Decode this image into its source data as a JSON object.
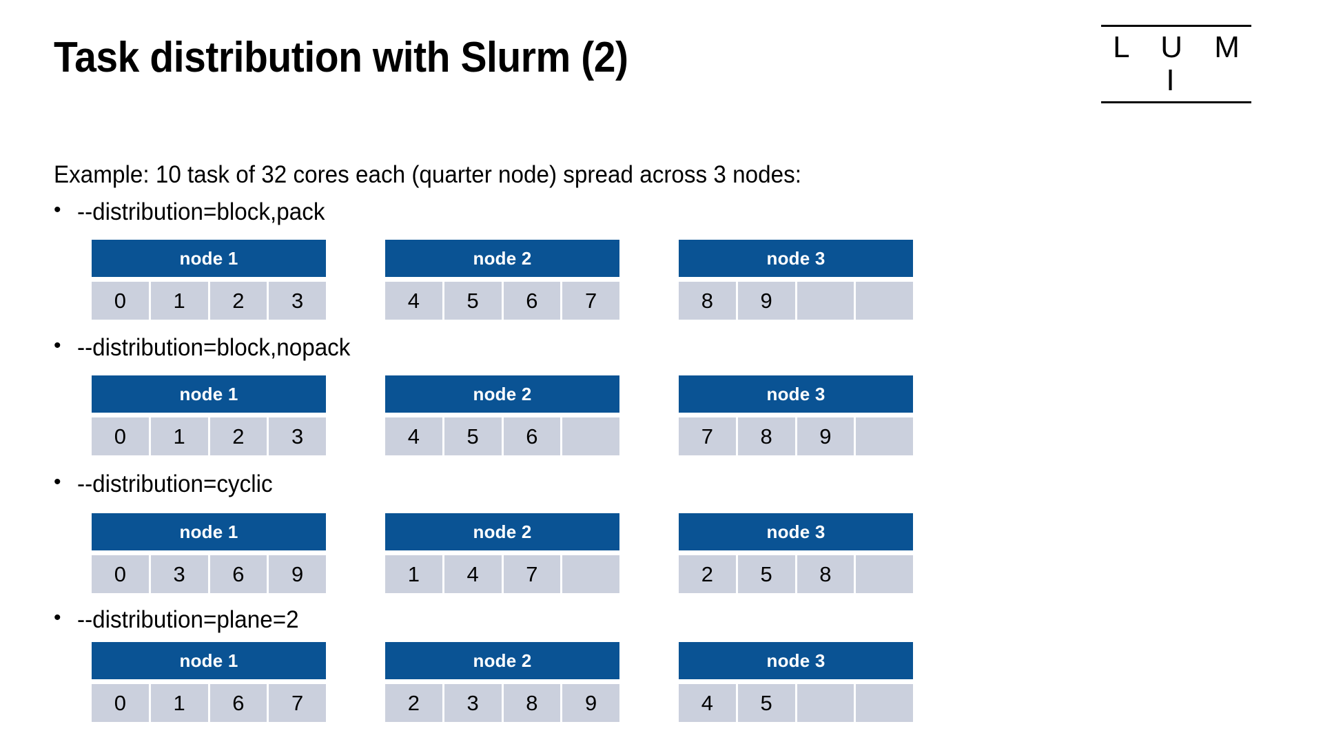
{
  "slide": {
    "title": "Task distribution with Slurm (2)",
    "intro": "Example: 10 task of 32 cores each (quarter node) spread across 3 nodes:",
    "bullet_char": "•"
  },
  "logo": {
    "wordmark": "L U M I"
  },
  "colors": {
    "node_header_bg": "#0a5394",
    "node_cell_bg": "#cbd0dd",
    "text": "#000000",
    "header_text": "#ffffff",
    "background": "#ffffff"
  },
  "sections": [
    {
      "bullet": "--distribution=block,pack",
      "nodes": [
        {
          "header": "node 1",
          "cells": [
            "0",
            "1",
            "2",
            "3"
          ]
        },
        {
          "header": "node 2",
          "cells": [
            "4",
            "5",
            "6",
            "7"
          ]
        },
        {
          "header": "node 3",
          "cells": [
            "8",
            "9",
            "",
            ""
          ]
        }
      ]
    },
    {
      "bullet": "--distribution=block,nopack",
      "nodes": [
        {
          "header": "node 1",
          "cells": [
            "0",
            "1",
            "2",
            "3"
          ]
        },
        {
          "header": "node 2",
          "cells": [
            "4",
            "5",
            "6",
            ""
          ]
        },
        {
          "header": "node 3",
          "cells": [
            "7",
            "8",
            "9",
            ""
          ]
        }
      ]
    },
    {
      "bullet": "--distribution=cyclic",
      "nodes": [
        {
          "header": "node 1",
          "cells": [
            "0",
            "3",
            "6",
            "9"
          ]
        },
        {
          "header": "node 2",
          "cells": [
            "1",
            "4",
            "7",
            ""
          ]
        },
        {
          "header": "node 3",
          "cells": [
            "2",
            "5",
            "8",
            ""
          ]
        }
      ]
    },
    {
      "bullet": "--distribution=plane=2",
      "nodes": [
        {
          "header": "node 1",
          "cells": [
            "0",
            "1",
            "6",
            "7"
          ]
        },
        {
          "header": "node 2",
          "cells": [
            "2",
            "3",
            "8",
            "9"
          ]
        },
        {
          "header": "node 3",
          "cells": [
            "4",
            "5",
            "",
            ""
          ]
        }
      ]
    }
  ]
}
